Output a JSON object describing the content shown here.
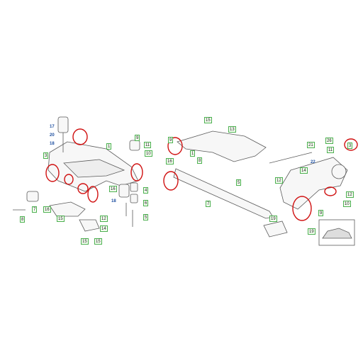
{
  "colors": {
    "line": "#5a5a5a",
    "fill": "#f7f7f7",
    "highlight": "#d01010",
    "callout": "#4caf50",
    "callout_text": "#1d4fa0"
  },
  "left_assembly": {
    "callouts": [
      "17",
      "20",
      "18",
      "3",
      "1",
      "9",
      "11",
      "16",
      "4",
      "8",
      "7",
      "16",
      "15",
      "12",
      "14",
      "15",
      "15",
      "18",
      "6",
      "5",
      "10"
    ]
  },
  "right_assembly": {
    "callouts": [
      "15",
      "13",
      "1",
      "16",
      "9",
      "8",
      "7",
      "5",
      "21",
      "22",
      "14",
      "26",
      "3",
      "11",
      "12",
      "10",
      "9",
      "12",
      "19",
      "19"
    ]
  },
  "car_icon": "car-silhouette-icon"
}
